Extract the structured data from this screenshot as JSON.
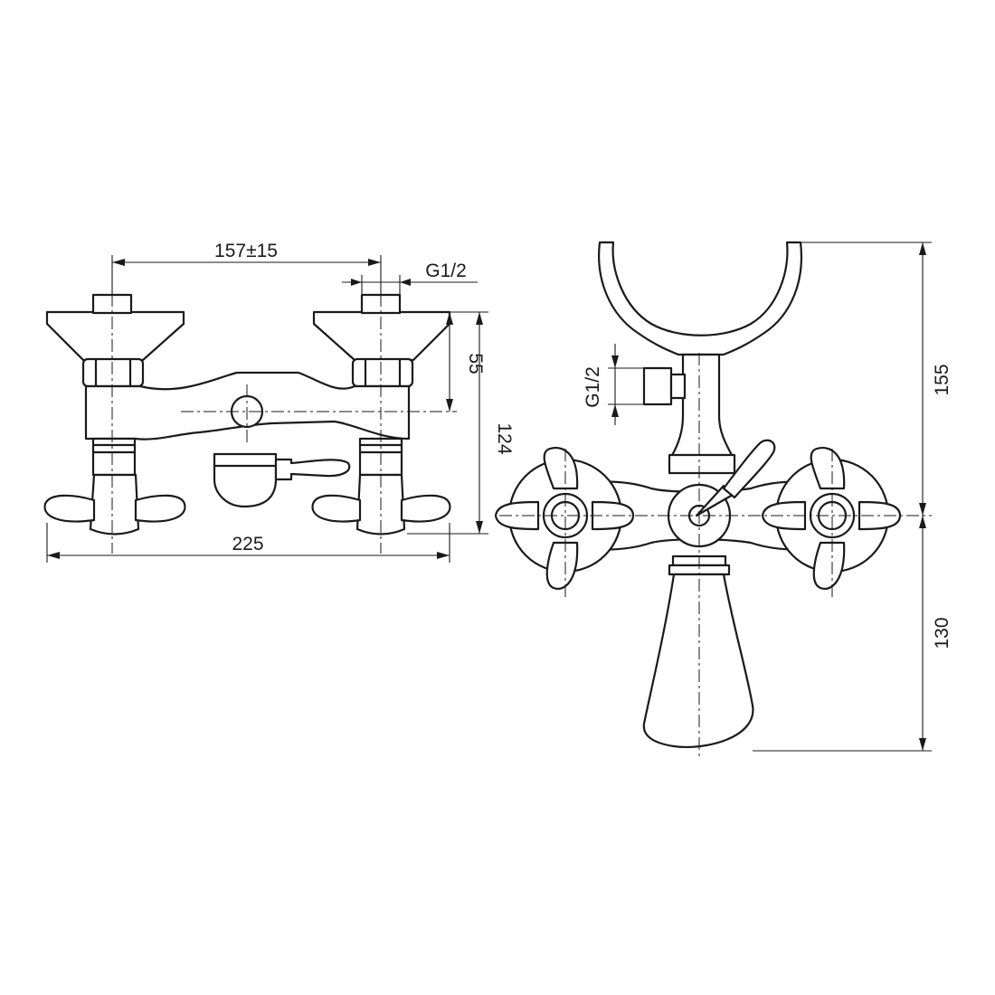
{
  "dimensions": {
    "front_spacing": "157±15",
    "front_inlet_thread": "G1/2",
    "front_height_upper": "55",
    "front_height_total": "124",
    "front_width_total": "225",
    "side_inlet_thread": "G1/2",
    "side_height_upper": "155",
    "side_height_lower": "130"
  }
}
